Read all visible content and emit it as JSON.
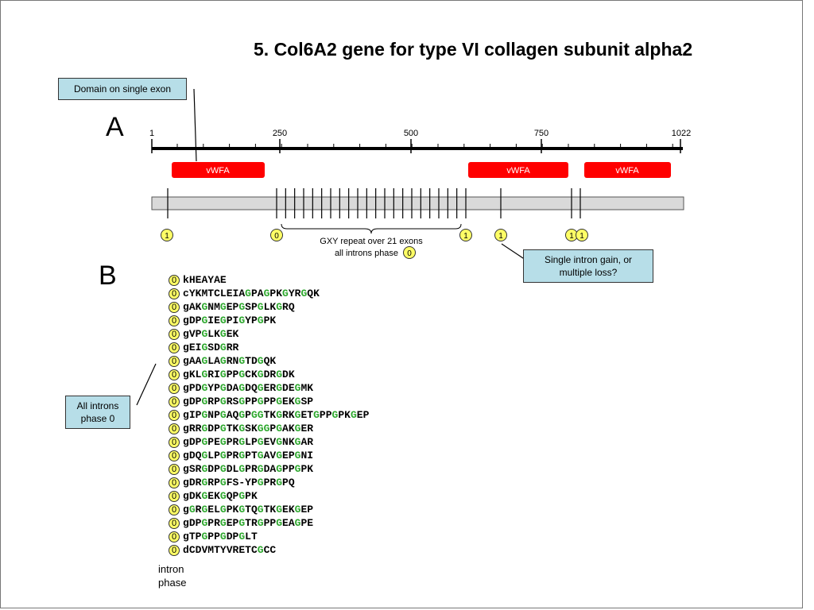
{
  "title": "5. Col6A2 gene for type VI collagen subunit alpha2",
  "panel_a_label": "A",
  "panel_b_label": "B",
  "callouts": {
    "domain_single_exon": "Domain on single exon",
    "single_intron_gain_line1": "Single intron gain, or",
    "single_intron_gain_line2": "multiple loss?",
    "all_introns_line1": "All introns",
    "all_introns_line2": "phase 0"
  },
  "ruler": {
    "ticks": [
      "1",
      "250",
      "500",
      "750",
      "1022"
    ]
  },
  "domains": [
    "vWFA",
    "vWFA",
    "vWFA"
  ],
  "intron_phases": [
    "1",
    "0",
    "1",
    "1",
    "1",
    "1"
  ],
  "gxy": {
    "line1": "GXY repeat over 21 exons",
    "line2": "all introns phase",
    "phase": "0"
  },
  "colors": {
    "domain": "#ff0000",
    "phase_circle": "#ffff66",
    "glycine": "#2ea82e",
    "callout": "#b7dee8"
  },
  "exons": [
    {
      "phase": "0",
      "seq": "kHEAYAE"
    },
    {
      "phase": "0",
      "seq": "cYKMTCLEIAGPAGPKGYRGQK"
    },
    {
      "phase": "0",
      "seq": "gAKGNMGEPGSPGLKGRQ"
    },
    {
      "phase": "0",
      "seq": "gDPGIEGPIGYPGPK"
    },
    {
      "phase": "0",
      "seq": "gVPGLKGEK"
    },
    {
      "phase": "0",
      "seq": "gEIGSDGRR"
    },
    {
      "phase": "0",
      "seq": "gAAGLAGRNGTDGQK"
    },
    {
      "phase": "0",
      "seq": "gKLGRIGPPGCKGDRGDK"
    },
    {
      "phase": "0",
      "seq": "gPDGYPGDAGDQGERGDEGMK"
    },
    {
      "phase": "0",
      "seq": "gDPGRPGRSGPPGPPGEKGSP"
    },
    {
      "phase": "0",
      "seq": "gIPGNPGAQGPGGTKGRKGETGPPGPKGEP"
    },
    {
      "phase": "0",
      "seq": "gRRGDPGTKGSKGGPGAKGER"
    },
    {
      "phase": "0",
      "seq": "gDPGPEGPRGLPGEVGNKGAR"
    },
    {
      "phase": "0",
      "seq": "gDQGLPGPRGPTGAVGEPGNI"
    },
    {
      "phase": "0",
      "seq": "gSRGDPGDLGPRGDAGPPGPK"
    },
    {
      "phase": "0",
      "seq": "gDRGRPGFS-YPGPRGPQ"
    },
    {
      "phase": "0",
      "seq": "gDKGEKGQPGPK"
    },
    {
      "phase": "0",
      "seq": "gGRGELGPKGTQGTKGEKGEP"
    },
    {
      "phase": "0",
      "seq": "gDPGPRGEPGTRGPPGEAGPE"
    },
    {
      "phase": "0",
      "seq": "gTPGPPGDPGLT"
    },
    {
      "phase": "0",
      "seq": "dCDVMTYVRETCGCC"
    }
  ],
  "intron_phase_label_line1": "intron",
  "intron_phase_label_line2": "phase"
}
